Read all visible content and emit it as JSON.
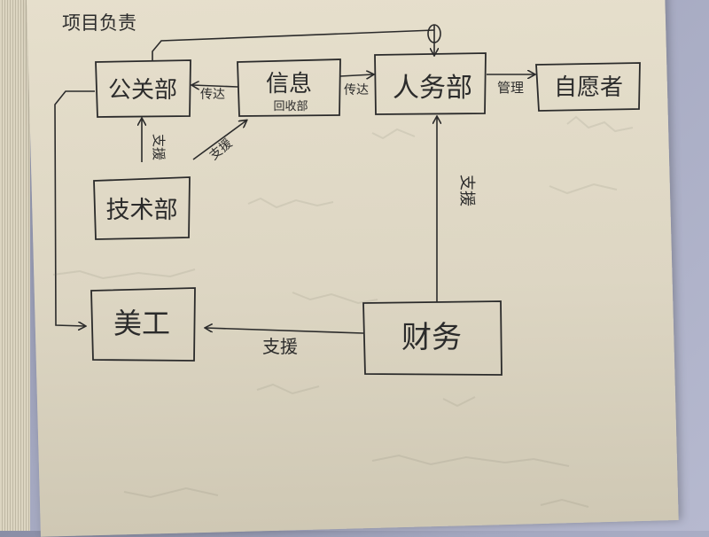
{
  "title": "项目负责",
  "nodes": {
    "pr": "公关部",
    "info_1": "信息",
    "info_2": "回收部",
    "hr": "人务部",
    "volunteer": "自愿者",
    "tech": "技术部",
    "art": "美工",
    "finance": "财务"
  },
  "edge_labels": {
    "info_to_pr": "传达",
    "info_to_hr": "传达",
    "hr_to_volunteer": "管理",
    "tech_to_pr": "支援",
    "tech_to_info": "支援",
    "finance_to_hr": "支援",
    "finance_to_art": "支援"
  }
}
